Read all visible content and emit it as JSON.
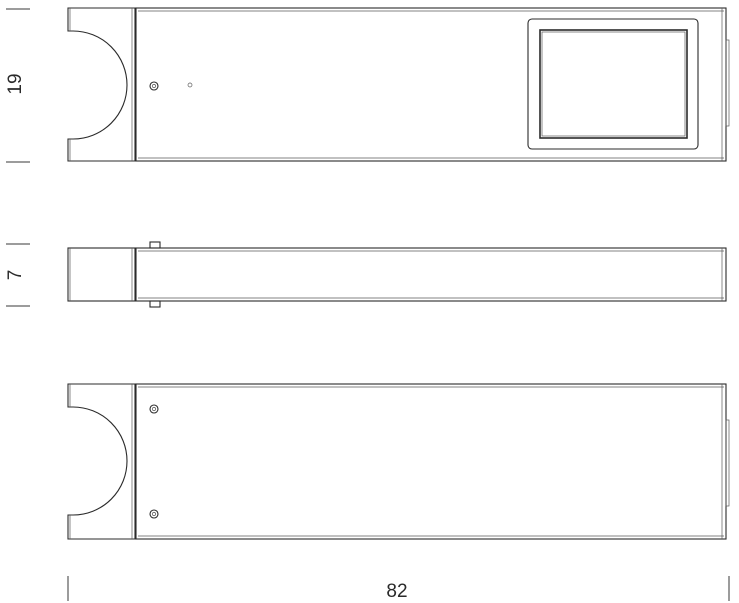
{
  "dimensions": {
    "top_height": "19",
    "side_height": "7",
    "length": "82"
  },
  "colors": {
    "line": "#2b2b2b",
    "background": "#ffffff"
  }
}
